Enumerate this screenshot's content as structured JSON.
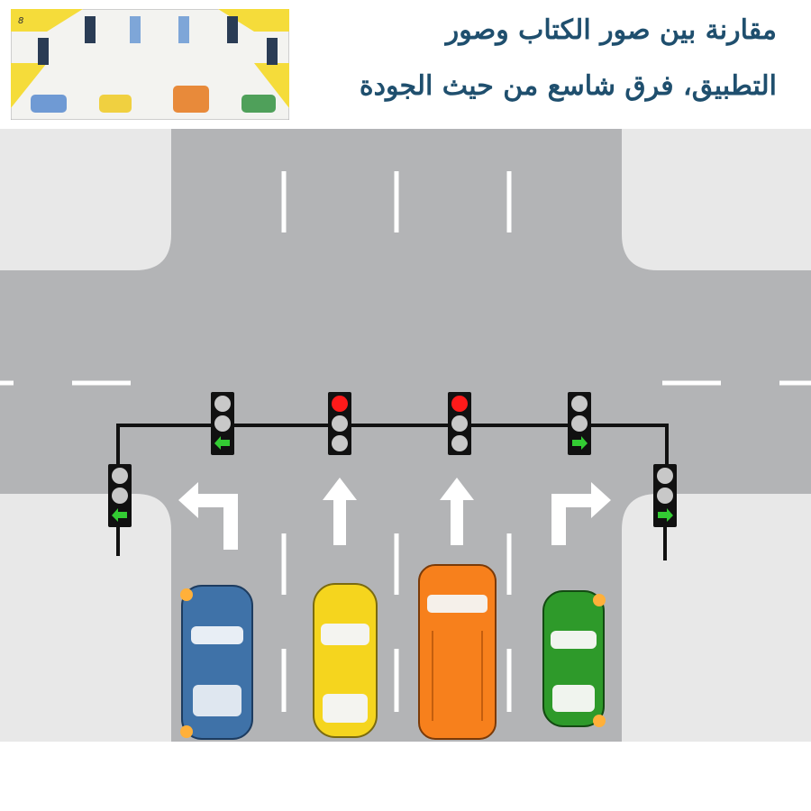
{
  "caption": {
    "line1": "مقارنة بين صور الكتاب وصور",
    "line2": "التطبيق، فرق شاسع من حيث الجودة"
  },
  "thumbnail": {
    "page_number": "8"
  },
  "colors": {
    "road": "#b3b4b6",
    "sidewalk": "#e8e8e8",
    "light_red": "#ff1a1a",
    "light_green": "#33cc33",
    "car_blue": "#3f72a8",
    "car_yellow": "#f5d51e",
    "car_orange": "#f7801c",
    "car_green": "#2e9a2a",
    "caption": "#1f4f6e"
  },
  "signals": [
    {
      "name": "far-left",
      "state": "green-left-arrow"
    },
    {
      "name": "left",
      "state": "green-left-arrow"
    },
    {
      "name": "center-left",
      "state": "red"
    },
    {
      "name": "center-right",
      "state": "red"
    },
    {
      "name": "right",
      "state": "green-right-arrow"
    },
    {
      "name": "far-right",
      "state": "green-right-arrow"
    }
  ]
}
